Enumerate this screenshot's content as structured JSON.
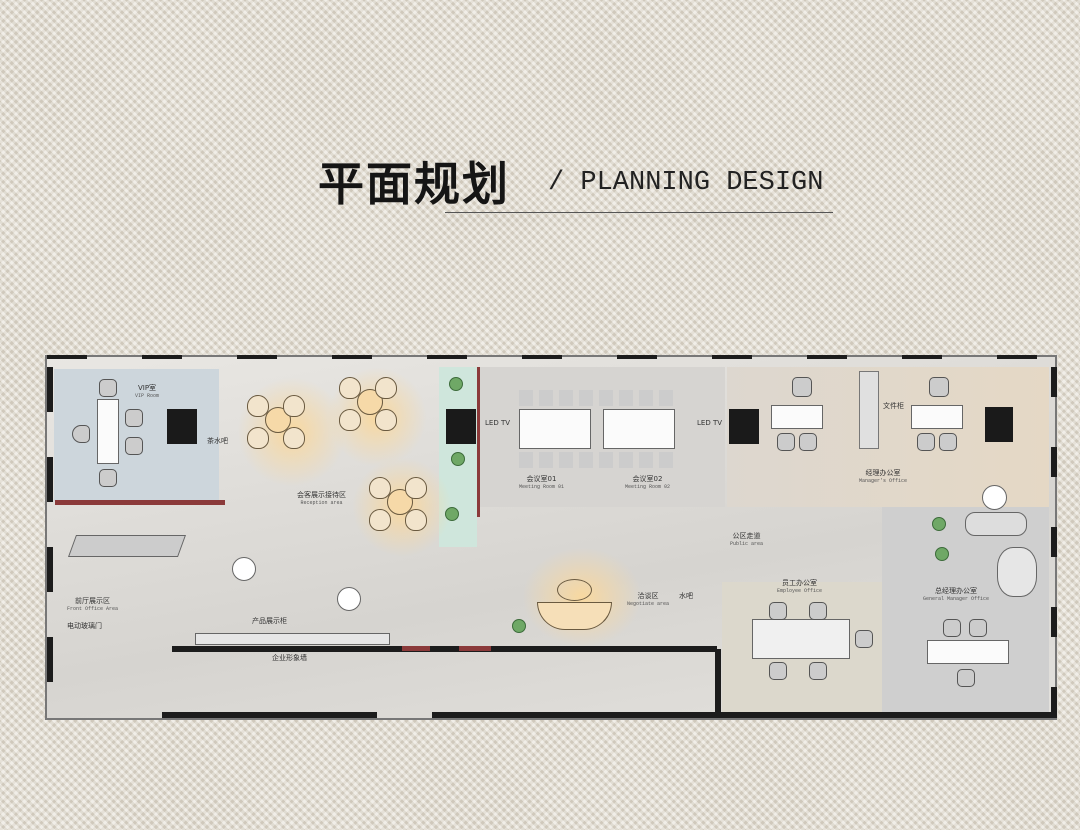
{
  "header": {
    "title_cn": "平面规划",
    "separator": "/",
    "title_en": "PLANNING DESIGN"
  },
  "rooms": {
    "vip": {
      "cn": "VIP室",
      "en": "VIP Room"
    },
    "reception": {
      "cn": "会客展示接待区",
      "en": "Reception area"
    },
    "front": {
      "cn": "前厅展示区",
      "en": "Front Office Area"
    },
    "meeting1": {
      "cn": "会议室01",
      "en": "Meeting Room 01"
    },
    "meeting2": {
      "cn": "会议室02",
      "en": "Meeting Room 02"
    },
    "manager": {
      "cn": "经理办公室",
      "en": "Manager's Office"
    },
    "public": {
      "cn": "公区走道",
      "en": "Public area"
    },
    "negotiate": {
      "cn": "洽谈区",
      "en": "Negotiate area"
    },
    "employee": {
      "cn": "员工办公室",
      "en": "Employee Office"
    },
    "gm": {
      "cn": "总经理办公室",
      "en": "General Manager Office"
    }
  },
  "fixtures": {
    "led_tv": "LED TV",
    "file_cabinet": "文件柜",
    "tea_bar": "茶水吧",
    "product_display": "产品展示柜",
    "corporate_wall": "企业形象墙",
    "glass_door": "电动玻璃门",
    "water": "水吧"
  },
  "colors": {
    "vip": "#cdd6dc",
    "plant_strip": "#cfe6dc",
    "manager": "#e3d9cb",
    "gm": "#cfcfcf",
    "accent_red": "#8b3a3a"
  }
}
